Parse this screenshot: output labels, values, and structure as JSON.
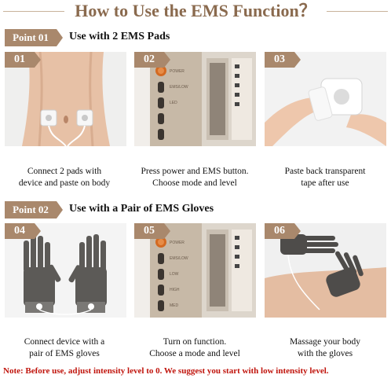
{
  "title": "How to Use the EMS Function？",
  "sections": [
    {
      "badge": "Point 01",
      "heading": "Use with 2 EMS Pads",
      "steps": [
        {
          "num": "01",
          "caption_l1": "Connect 2 pads with",
          "caption_l2": "device and paste on body"
        },
        {
          "num": "02",
          "caption_l1": "Press power and EMS button.",
          "caption_l2": "Choose mode and level"
        },
        {
          "num": "03",
          "caption_l1": "Paste back transparent",
          "caption_l2": "tape after use"
        }
      ]
    },
    {
      "badge": "Point 02",
      "heading": "Use with a Pair of EMS Gloves",
      "steps": [
        {
          "num": "04",
          "caption_l1": "Connect device with a",
          "caption_l2": "pair of EMS gloves"
        },
        {
          "num": "05",
          "caption_l1": "Turn on function.",
          "caption_l2": "Choose a mode and level"
        },
        {
          "num": "06",
          "caption_l1": "Massage your body",
          "caption_l2": "with the gloves"
        }
      ]
    }
  ],
  "device_labels": [
    "POWER",
    "EMS/LOW",
    "LED",
    "LOW",
    "HIGH",
    "MED"
  ],
  "note": "Note: Before use, adjust intensity level to 0. We suggest you start with low intensity level.",
  "colors": {
    "accent": "#a9886c",
    "title": "#8a6a4e",
    "note": "#c0140c"
  }
}
